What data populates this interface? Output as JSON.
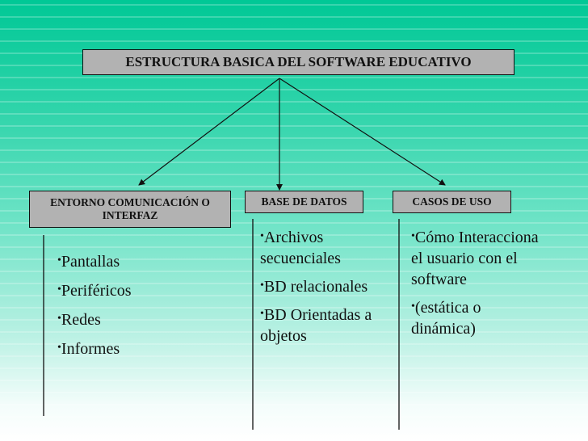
{
  "diagram": {
    "title": "ESTRUCTURA BASICA DEL SOFTWARE EDUCATIVO",
    "branches": [
      {
        "label": "ENTORNO COMUNICACIÓN O INTERFAZ",
        "items": [
          "Pantallas",
          "Periféricos",
          "Redes",
          "Informes"
        ]
      },
      {
        "label": "BASE DE DATOS",
        "items": [
          "Archivos secuenciales",
          "BD relacionales",
          "BD Orientadas a objetos"
        ]
      },
      {
        "label": "CASOS DE USO",
        "items": [
          "Cómo Interacciona el usuario con el software",
          "(estática o dinámica)"
        ]
      }
    ],
    "bullet": "•",
    "colors": {
      "background_top": "#00c896",
      "background_bottom": "#ffffff",
      "box_fill": "#b2b2b2",
      "box_border": "#111111",
      "text": "#111111"
    }
  }
}
